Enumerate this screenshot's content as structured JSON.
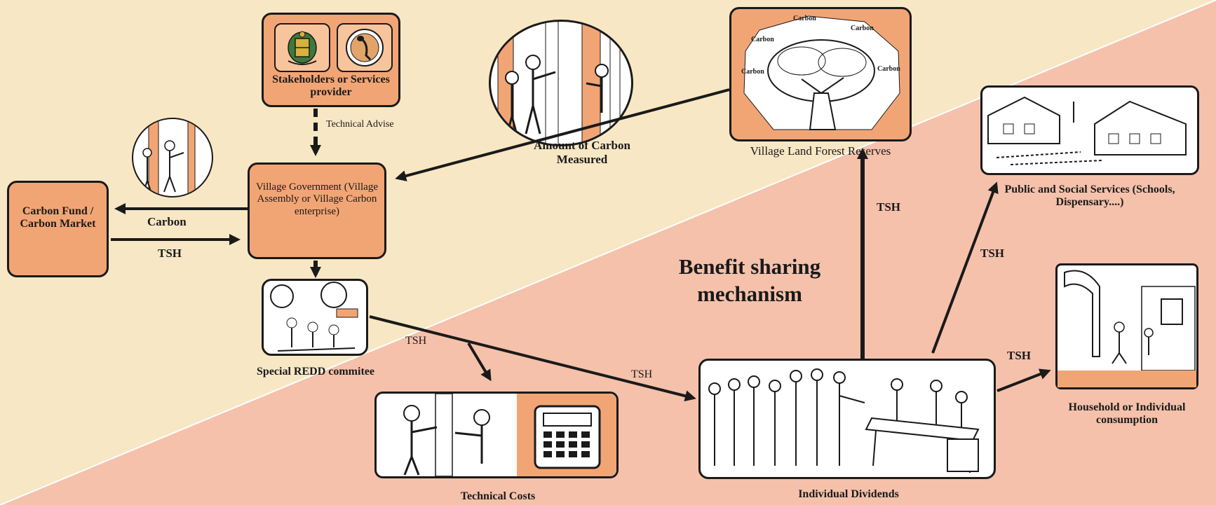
{
  "colors": {
    "upper_background": "#f8e7c4",
    "lower_background": "#f5c1ab",
    "box_orange": "#f2a574",
    "ink": "#1a1a1a"
  },
  "nodes": {
    "stakeholders": "Stakeholders or Services provider",
    "village_government": "Village Government (Village Assembly or Village Carbon enterprise)",
    "carbon_fund": "Carbon Fund / Carbon Market",
    "carbon_measured": "Amount of Carbon Measured",
    "forest_reserves": "Village Land Forest Reserves",
    "redd_committee": "Special REDD commitee",
    "technical_costs": "Technical Costs",
    "individual_dividends": "Individual Dividends",
    "public_services": "Public and Social Services (Schools, Dispensary....)",
    "household": "Household  or Individual consumption"
  },
  "center_title": "Benefit sharing mechanism",
  "edge_labels": {
    "technical_advise": "Technical Advise",
    "carbon": "Carbon",
    "tsh_market": "TSH",
    "tsh_committee": "TSH",
    "tsh_dividends": "TSH",
    "tsh_forest": "TSH",
    "tsh_public": "TSH",
    "tsh_household": "TSH"
  },
  "tree_carbon_tags": [
    "Carbon",
    "Carbon",
    "Carbon",
    "Carbon",
    "Carbon"
  ]
}
